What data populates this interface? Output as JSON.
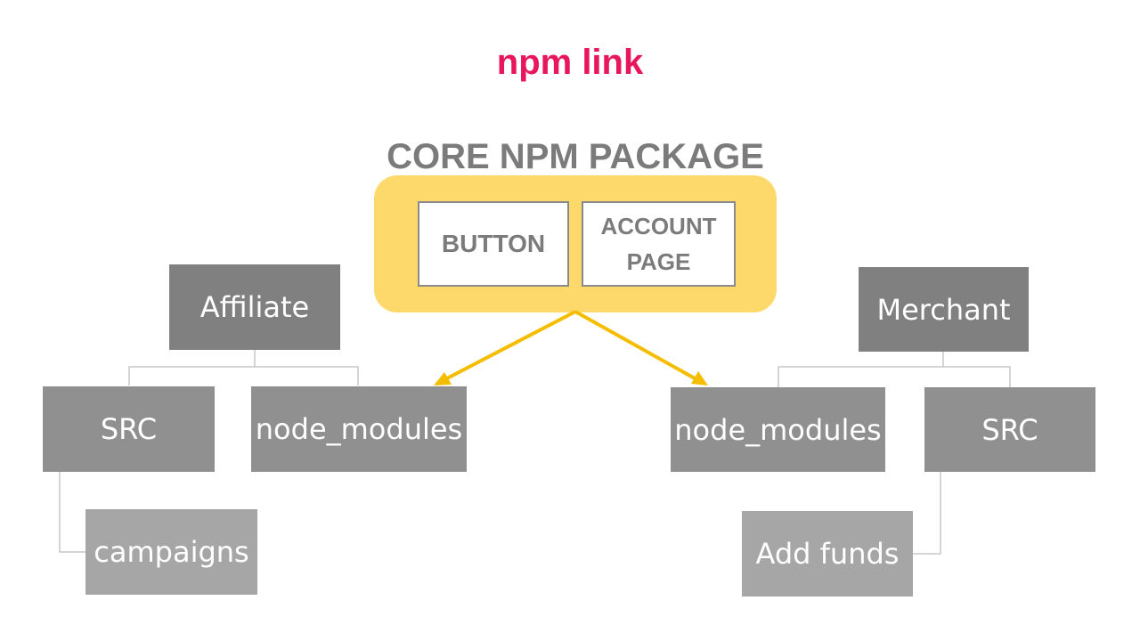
{
  "slide": {
    "title": "npm link",
    "package_title": "CORE NPM PACKAGE",
    "package_items": {
      "button": "BUTTON",
      "account_line1": "ACCOUNT",
      "account_line2": "PAGE"
    },
    "affiliate": {
      "root": "Affiliate",
      "src": "SRC",
      "node_modules": "node_modules",
      "child": "campaigns"
    },
    "merchant": {
      "root": "Merchant",
      "node_modules": "node_modules",
      "src": "SRC",
      "child": "Add funds"
    }
  },
  "colors": {
    "title": "#e8175d",
    "package_title": "#7b7b7b",
    "package_bg": "#fdd96b",
    "arrow": "#f5bd00",
    "root_box": "#808080",
    "level2_box": "#909090",
    "leaf_box": "#a6a6a6",
    "connector": "#c7c7c7"
  }
}
